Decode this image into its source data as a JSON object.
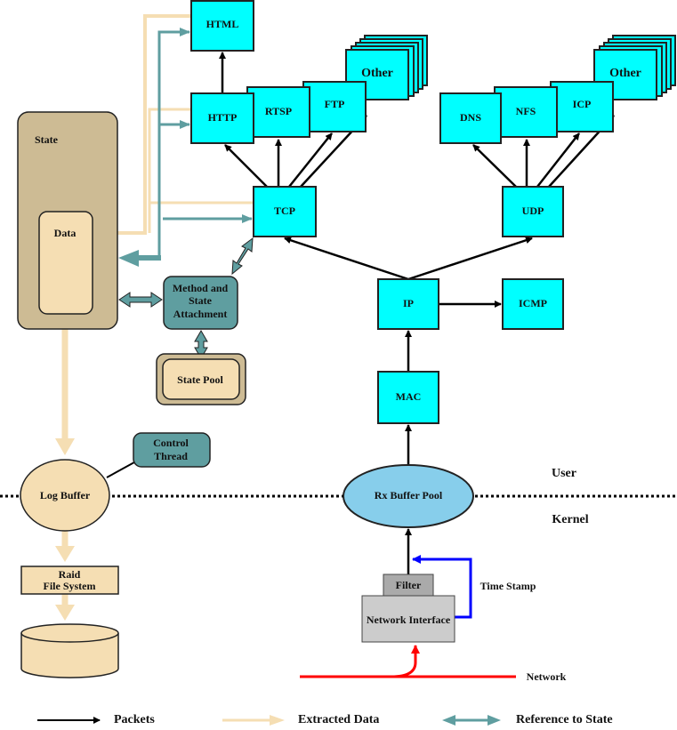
{
  "nodes": {
    "html": "HTML",
    "http": "HTTP",
    "rtsp": "RTSP",
    "ftp": "FTP",
    "other_tcp": "Other",
    "dns": "DNS",
    "nfs": "NFS",
    "icp": "ICP",
    "other_udp": "Other",
    "tcp": "TCP",
    "udp": "UDP",
    "ip": "IP",
    "icmp": "ICMP",
    "mac": "MAC",
    "rx_buffer_pool": "Rx Buffer Pool",
    "filter": "Filter",
    "network_interface": "Network Interface",
    "state": "State",
    "data": "Data",
    "method_line1": "Method and",
    "method_line2": "State",
    "method_line3": "Attachment",
    "state_pool": "State Pool",
    "log_buffer": "Log Buffer",
    "control_line1": "Control",
    "control_line2": "Thread",
    "raid_line1": "Raid",
    "raid_line2": "File System"
  },
  "labels": {
    "user": "User",
    "kernel": "Kernel",
    "time_stamp": "Time Stamp",
    "network": "Network"
  },
  "legend": [
    {
      "label": "Packets",
      "color": "#000000"
    },
    {
      "label": "Extracted Data",
      "color": "#f5deb3"
    },
    {
      "label": "Reference to State",
      "color": "#5f9ea0"
    }
  ],
  "colors": {
    "protocol": "#00ffff",
    "state": "#cdbb94",
    "data": "#f5deb3",
    "method": "#5f9ea0",
    "rx": "#87ceeb",
    "nic": "#cccccc",
    "filter": "#aaaaaa",
    "network": "#ff0000",
    "timestamp": "#0000ff"
  }
}
